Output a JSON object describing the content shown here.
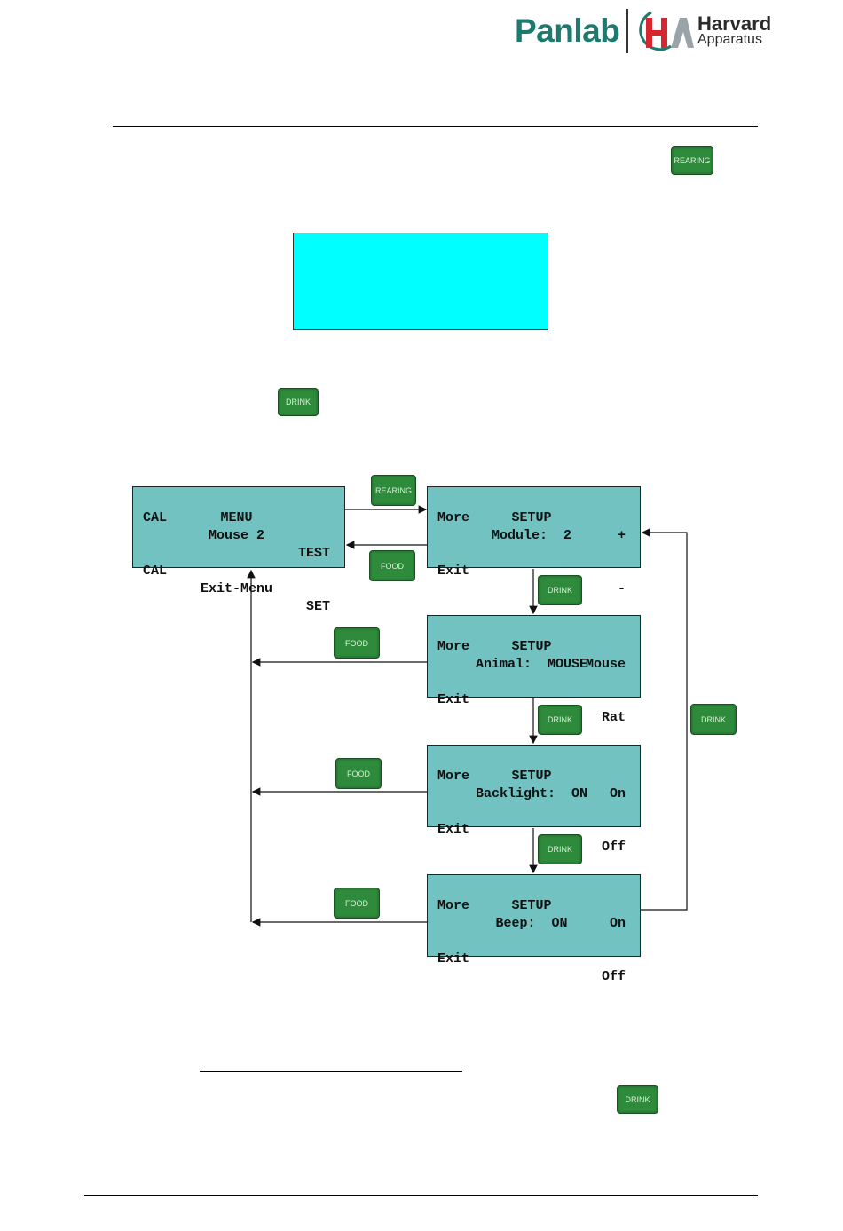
{
  "header": {
    "brand": "Panlab",
    "partner_line1": "Harvard",
    "partner_line2": "Apparatus"
  },
  "keys": {
    "rearing": "REARING",
    "drink": "DRINK",
    "food": "FOOD"
  },
  "screens": {
    "main_menu": {
      "r1_left": "CAL",
      "r1_mid": "Mouse 2",
      "r1_right": "TEST",
      "r2": "MENU",
      "r4_left": "CAL",
      "r4_mid": "Exit-Menu",
      "r4_right": "SET"
    },
    "module": {
      "r1_left": "More",
      "r1_right": "+",
      "r2": "SETUP",
      "r3": "Module:  2",
      "r4_left": "Exit",
      "r4_right": "-"
    },
    "animal": {
      "r1_left": "More",
      "r1_right": "Mouse",
      "r2": "SETUP",
      "r3": "Animal:  MOUSE",
      "r4_left": "Exit",
      "r4_right": "Rat"
    },
    "backlight": {
      "r1_left": "More",
      "r1_right": "On",
      "r2": "SETUP",
      "r3": "Backlight:  ON",
      "r4_left": "Exit",
      "r4_right": "Off"
    },
    "beep": {
      "r1_left": "More",
      "r1_right": "On",
      "r2": "SETUP",
      "r3": "Beep:  ON",
      "r4_left": "Exit",
      "r4_right": "Off"
    }
  },
  "colors": {
    "lcd_background": "#72c2c2",
    "key_green": "#2e8b3b",
    "highlight_cyan": "#00ffff",
    "brand_teal": "#1f7a6e",
    "ha_red": "#d8262e"
  }
}
